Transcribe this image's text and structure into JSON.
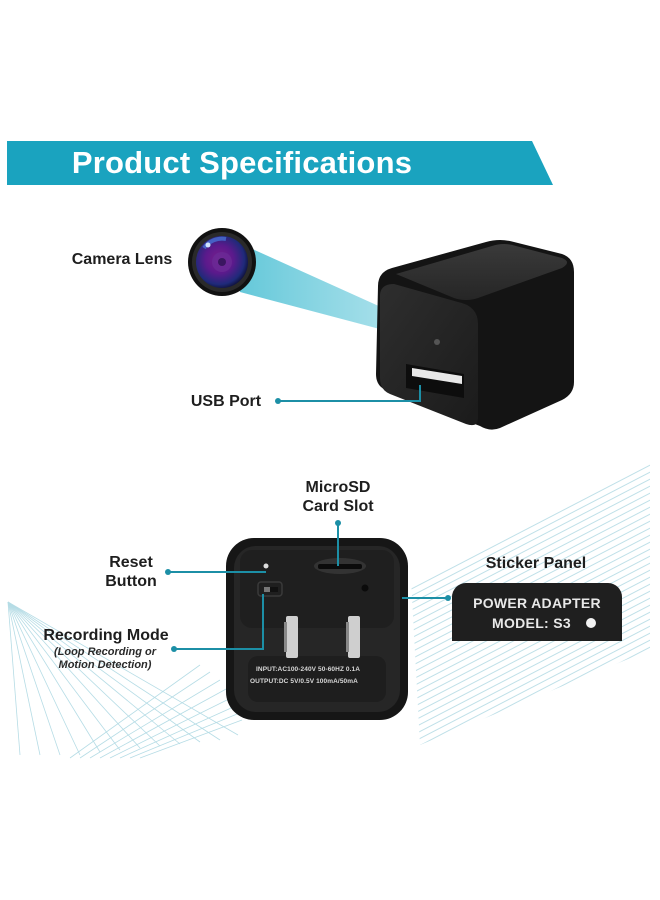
{
  "banner": {
    "title": "Product Specifications",
    "color": "#1aa3bf"
  },
  "callouts": {
    "camera_lens": "Camera Lens",
    "usb_port": "USB Port",
    "microsd_line1": "MicroSD",
    "microsd_line2": "Card Slot",
    "reset_line1": "Reset",
    "reset_line2": "Button",
    "recording_mode": "Recording Mode",
    "recording_sub1": "(Loop Recording or",
    "recording_sub2": "Motion Detection)",
    "sticker_panel": "Sticker Panel"
  },
  "sticker": {
    "line1": "POWER ADAPTER",
    "line2": "MODEL: S3"
  },
  "device_back": {
    "input_spec": "INPUT:AC100-240V  50-60HZ  0.1A",
    "output_spec": "OUTPUT:DC  5V/0.5V  100mA/50mA"
  },
  "colors": {
    "accent": "#1aa3bf",
    "leader_line": "#1c8fa6",
    "device_body": "#1d1d1d",
    "beam": "#5ec6d8"
  }
}
